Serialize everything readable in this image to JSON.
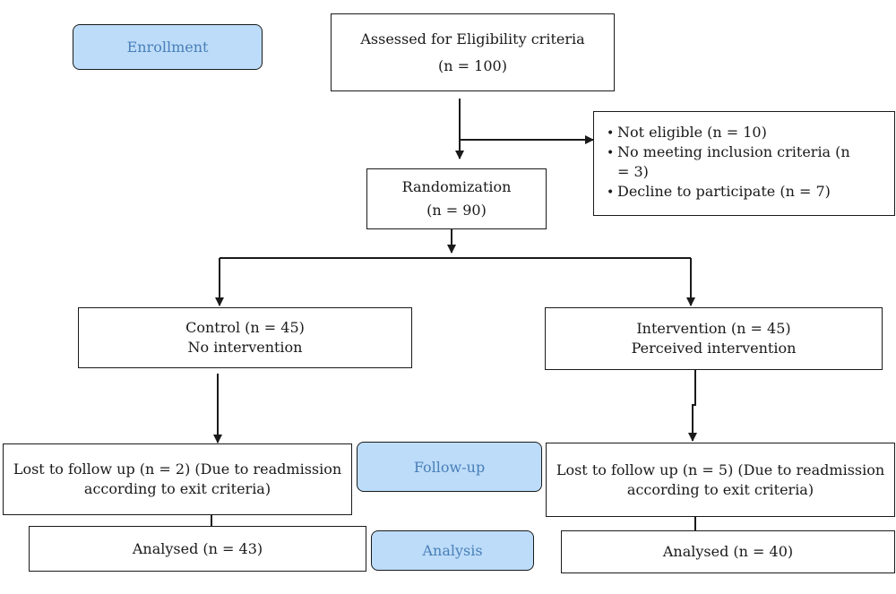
{
  "colors": {
    "stage_fill": "#bcdcf9",
    "stage_text": "#4a7fb8",
    "line": "#1a1a1a"
  },
  "stages": {
    "enrollment": "Enrollment",
    "follow_up": "Follow-up",
    "analysis": "Analysis"
  },
  "assessed": {
    "title": "Assessed for Eligibility criteria",
    "count": "(n = 100)"
  },
  "exclusions": [
    "Not eligible (n = 10)",
    "No meeting inclusion criteria (n = 3)",
    "Decline to participate (n = 7)"
  ],
  "randomization": {
    "title": "Randomization",
    "count": "(n = 90)"
  },
  "control": {
    "title": "Control (n = 45)",
    "subtitle": "No intervention",
    "lost": "Lost to follow up (n = 2) (Due to readmission according to exit criteria)",
    "analysed": "Analysed (n = 43)"
  },
  "intervention": {
    "title": "Intervention (n = 45)",
    "subtitle": "Perceived intervention",
    "lost": "Lost to follow up (n = 5) (Due to readmission according to exit criteria)",
    "analysed": "Analysed (n = 40)"
  }
}
